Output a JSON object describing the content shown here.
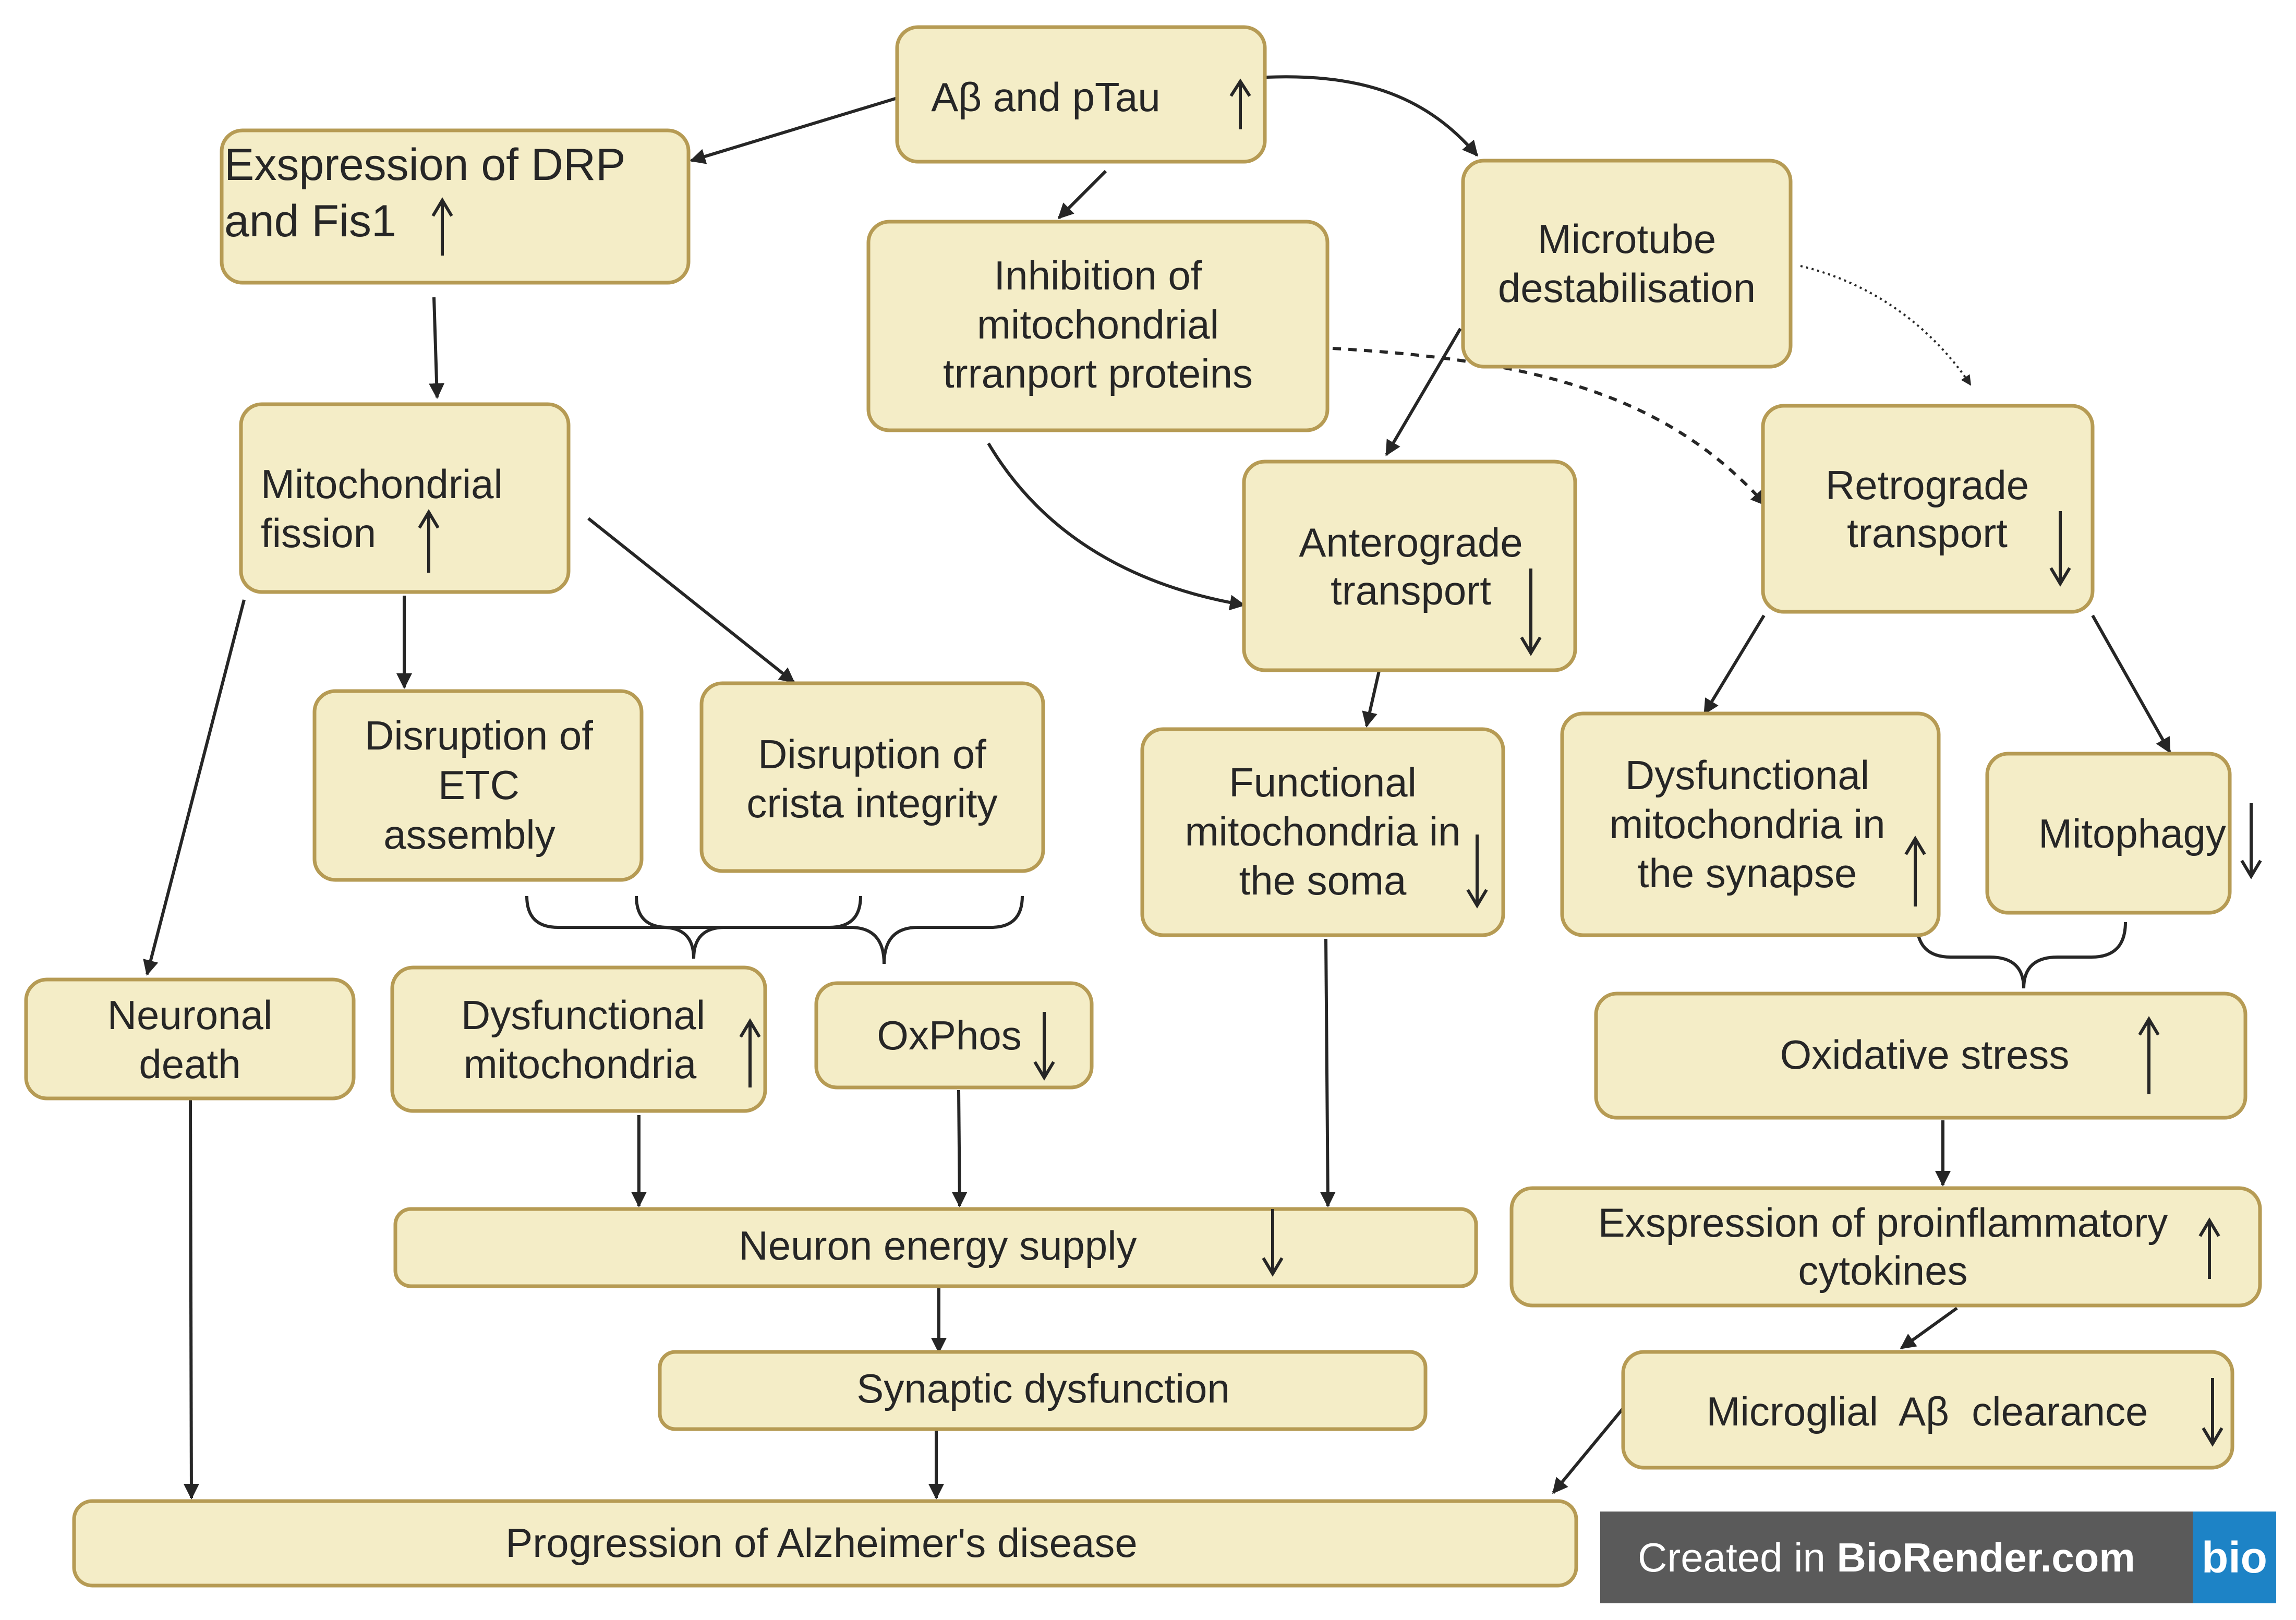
{
  "nodes": {
    "abeta_ptau": {
      "label": "Aβ and pTau",
      "trend": "up"
    },
    "drp_fis1": {
      "label": "Exspression of DRP and Fis1",
      "trend": "up"
    },
    "inhibition_transport": {
      "label": "Inhibition of mitochondrial trranport proteins"
    },
    "microtube": {
      "label": "Microtube destabilisation"
    },
    "mito_fission": {
      "label": "Mitochondrial fission",
      "trend": "up"
    },
    "anterograde": {
      "label": "Anterograde transport",
      "trend": "down"
    },
    "retrograde": {
      "label": "Retrograde transport",
      "trend": "down"
    },
    "etc_disruption": {
      "label": "Disruption of ETC assembly"
    },
    "crista_disruption": {
      "label": "Disruption of crista integrity"
    },
    "functional_soma": {
      "label": "Functional mitochondria in the soma",
      "trend": "down"
    },
    "dysfunctional_synapse": {
      "label": "Dysfunctional mitochondria in the synapse",
      "trend": "up"
    },
    "mitophagy": {
      "label": "Mitophagy",
      "trend": "down"
    },
    "neuronal_death": {
      "label": "Neuronal death"
    },
    "dysfunctional_mito": {
      "label": "Dysfunctional mitochondria",
      "trend": "up"
    },
    "oxphos": {
      "label": "OxPhos",
      "trend": "down"
    },
    "oxidative_stress": {
      "label": "Oxidative stress",
      "trend": "up"
    },
    "energy_supply": {
      "label": "Neuron energy supply",
      "trend": "down"
    },
    "cytokines": {
      "label": "Exspression of proinflammatory cytokines",
      "trend": "up"
    },
    "synaptic_dysfunction": {
      "label": "Synaptic dysfunction"
    },
    "microglial_clearance": {
      "label": "Microglial  Aβ  clearance",
      "trend": "down"
    },
    "progression": {
      "label": "Progression of Alzheimer's disease"
    }
  },
  "edges": [
    {
      "from": "abeta_ptau",
      "to": "drp_fis1",
      "style": "solid"
    },
    {
      "from": "abeta_ptau",
      "to": "inhibition_transport",
      "style": "solid"
    },
    {
      "from": "abeta_ptau",
      "to": "microtube",
      "style": "solid"
    },
    {
      "from": "drp_fis1",
      "to": "mito_fission",
      "style": "solid"
    },
    {
      "from": "inhibition_transport",
      "to": "anterograde",
      "style": "solid"
    },
    {
      "from": "inhibition_transport",
      "to": "retrograde",
      "style": "dashed"
    },
    {
      "from": "microtube",
      "to": "anterograde",
      "style": "solid"
    },
    {
      "from": "microtube",
      "to": "retrograde",
      "style": "dotted"
    },
    {
      "from": "mito_fission",
      "to": "etc_disruption",
      "style": "solid"
    },
    {
      "from": "mito_fission",
      "to": "crista_disruption",
      "style": "solid"
    },
    {
      "from": "mito_fission",
      "to": "neuronal_death",
      "style": "solid"
    },
    {
      "from": "anterograde",
      "to": "functional_soma",
      "style": "solid"
    },
    {
      "from": "retrograde",
      "to": "dysfunctional_synapse",
      "style": "solid"
    },
    {
      "from": "retrograde",
      "to": "mitophagy",
      "style": "solid"
    },
    {
      "from": [
        "etc_disruption",
        "crista_disruption"
      ],
      "to": "dysfunctional_mito",
      "style": "brace"
    },
    {
      "from": [
        "etc_disruption",
        "crista_disruption"
      ],
      "to": "oxphos",
      "style": "brace"
    },
    {
      "from": [
        "dysfunctional_synapse",
        "mitophagy"
      ],
      "to": "oxidative_stress",
      "style": "brace"
    },
    {
      "from": "dysfunctional_mito",
      "to": "energy_supply",
      "style": "solid"
    },
    {
      "from": "oxphos",
      "to": "energy_supply",
      "style": "solid"
    },
    {
      "from": "functional_soma",
      "to": "energy_supply",
      "style": "solid"
    },
    {
      "from": "oxidative_stress",
      "to": "cytokines",
      "style": "solid"
    },
    {
      "from": "energy_supply",
      "to": "synaptic_dysfunction",
      "style": "solid"
    },
    {
      "from": "cytokines",
      "to": "microglial_clearance",
      "style": "solid"
    },
    {
      "from": "synaptic_dysfunction",
      "to": "progression",
      "style": "solid"
    },
    {
      "from": "neuronal_death",
      "to": "progression",
      "style": "solid"
    },
    {
      "from": "microglial_clearance",
      "to": "progression",
      "style": "solid"
    }
  ],
  "watermark": {
    "prefix": "Created in ",
    "brand": "BioRender.com",
    "logo": "bio"
  },
  "colors": {
    "node_fill": "#f4edc7",
    "node_stroke": "#b69b54",
    "arrow": "#262626",
    "badge_bg": "#5a5a5a",
    "logo_bg": "#1d83c6"
  }
}
